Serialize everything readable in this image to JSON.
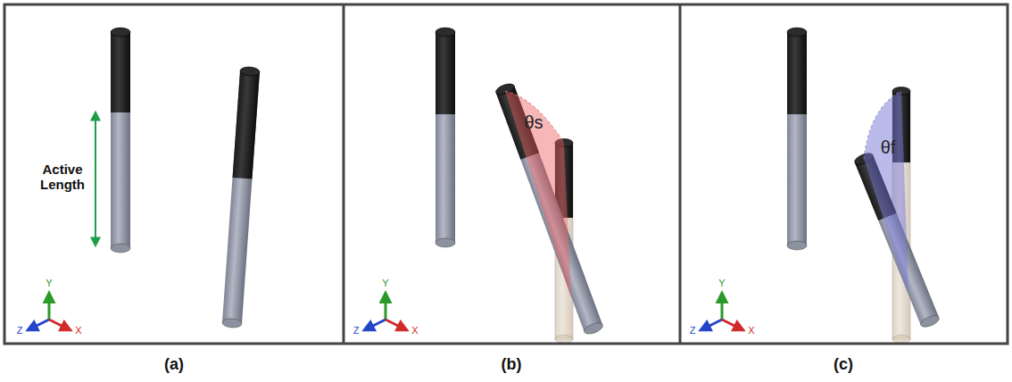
{
  "diagram": {
    "labels": [
      "Active Length",
      "Y",
      "Z",
      "X",
      "θs",
      "Y",
      "Z",
      "X",
      "θf",
      "Y",
      "Z",
      "X",
      "(a)",
      "(b)",
      "(c)"
    ]
  }
}
